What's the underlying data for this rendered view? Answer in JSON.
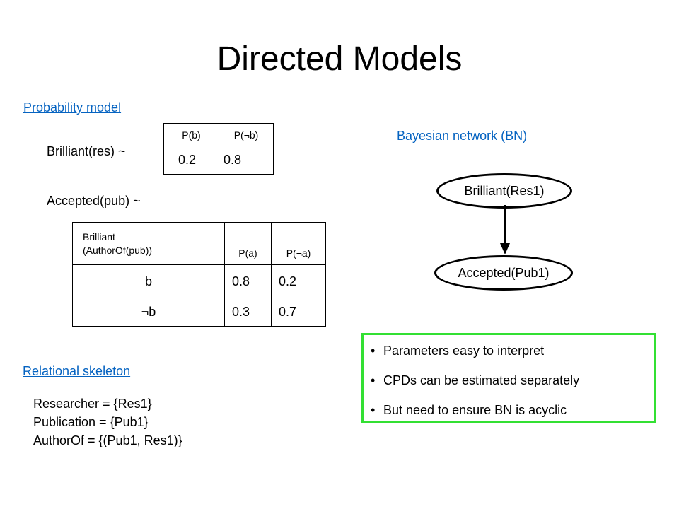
{
  "title": "Directed Models",
  "probability_model": {
    "heading": "Probability model",
    "brilliant_label": "Brilliant(res)  ~",
    "brilliant_table": {
      "headers": [
        "P(b)",
        "P(¬b)"
      ],
      "values": [
        "0.2",
        "0.8"
      ]
    },
    "accepted_label": "Accepted(pub)  ~",
    "accepted_table": {
      "header_condition_line1": "Brilliant",
      "header_condition_line2": "(AuthorOf(pub))",
      "header_pa": "P(a)",
      "header_pna": "P(¬a)",
      "rows": [
        {
          "cond": "b",
          "pa": "0.8",
          "pna": "0.2"
        },
        {
          "cond": "¬b",
          "pa": "0.3",
          "pna": "0.7"
        }
      ]
    }
  },
  "bayesian_network": {
    "heading": "Bayesian network (BN)",
    "node_parent": "Brilliant(Res1)",
    "node_child": "Accepted(Pub1)"
  },
  "relational_skeleton": {
    "heading": "Relational skeleton",
    "lines": [
      "Researcher = {Res1}",
      "Publication = {Pub1}",
      "AuthorOf = {(Pub1, Res1)}"
    ]
  },
  "bullets": [
    "Parameters easy to interpret",
    "CPDs can be estimated separately",
    "But need to ensure BN is acyclic"
  ],
  "bullet_char": "•",
  "colors": {
    "link": "#0563c1",
    "box_border": "#33e033"
  }
}
